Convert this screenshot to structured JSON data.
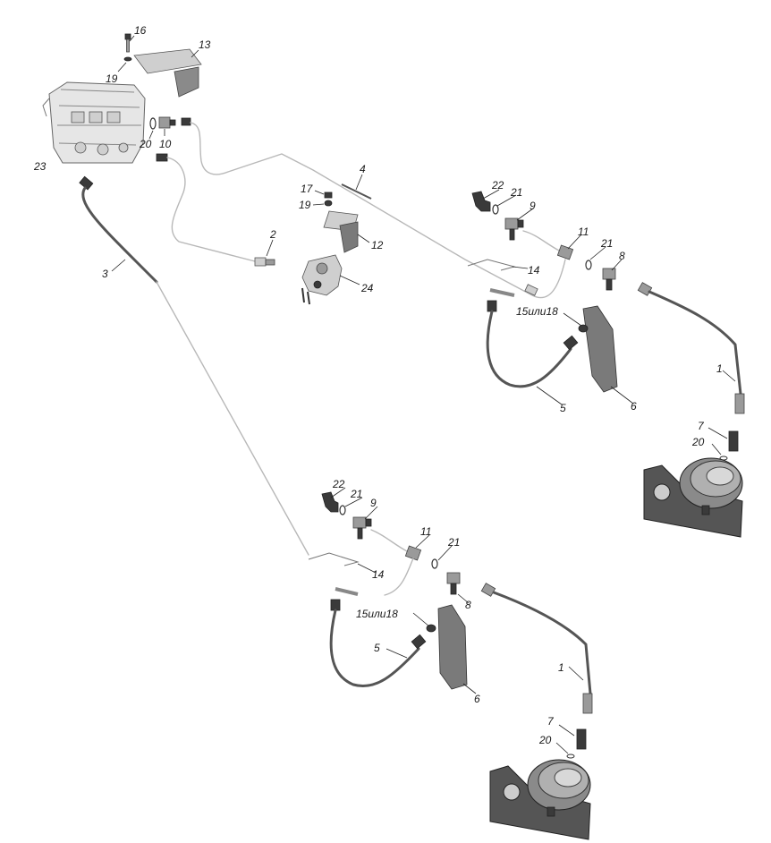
{
  "labels": {
    "p1_a": "1",
    "p1_b": "1",
    "p2": "2",
    "p3": "3",
    "p4": "4",
    "p5_a": "5",
    "p5_b": "5",
    "p6_a": "6",
    "p6_b": "6",
    "p7_a": "7",
    "p7_b": "7",
    "p8_a": "8",
    "p8_b": "8",
    "p9_a": "9",
    "p9_b": "9",
    "p10": "10",
    "p11_a": "11",
    "p11_b": "11",
    "p12": "12",
    "p13": "13",
    "p14_a": "14",
    "p14_b": "14",
    "p15_a": "15или18",
    "p15_b": "15или18",
    "p16": "16",
    "p17": "17",
    "p19_a": "19",
    "p19_b": "19",
    "p20_a": "20",
    "p20_b": "20",
    "p20_c": "20",
    "p21_a": "21",
    "p21_b": "21",
    "p21_c": "21",
    "p21_d": "21",
    "p22_a": "22",
    "p22_b": "22",
    "p23": "23",
    "p24": "24"
  }
}
